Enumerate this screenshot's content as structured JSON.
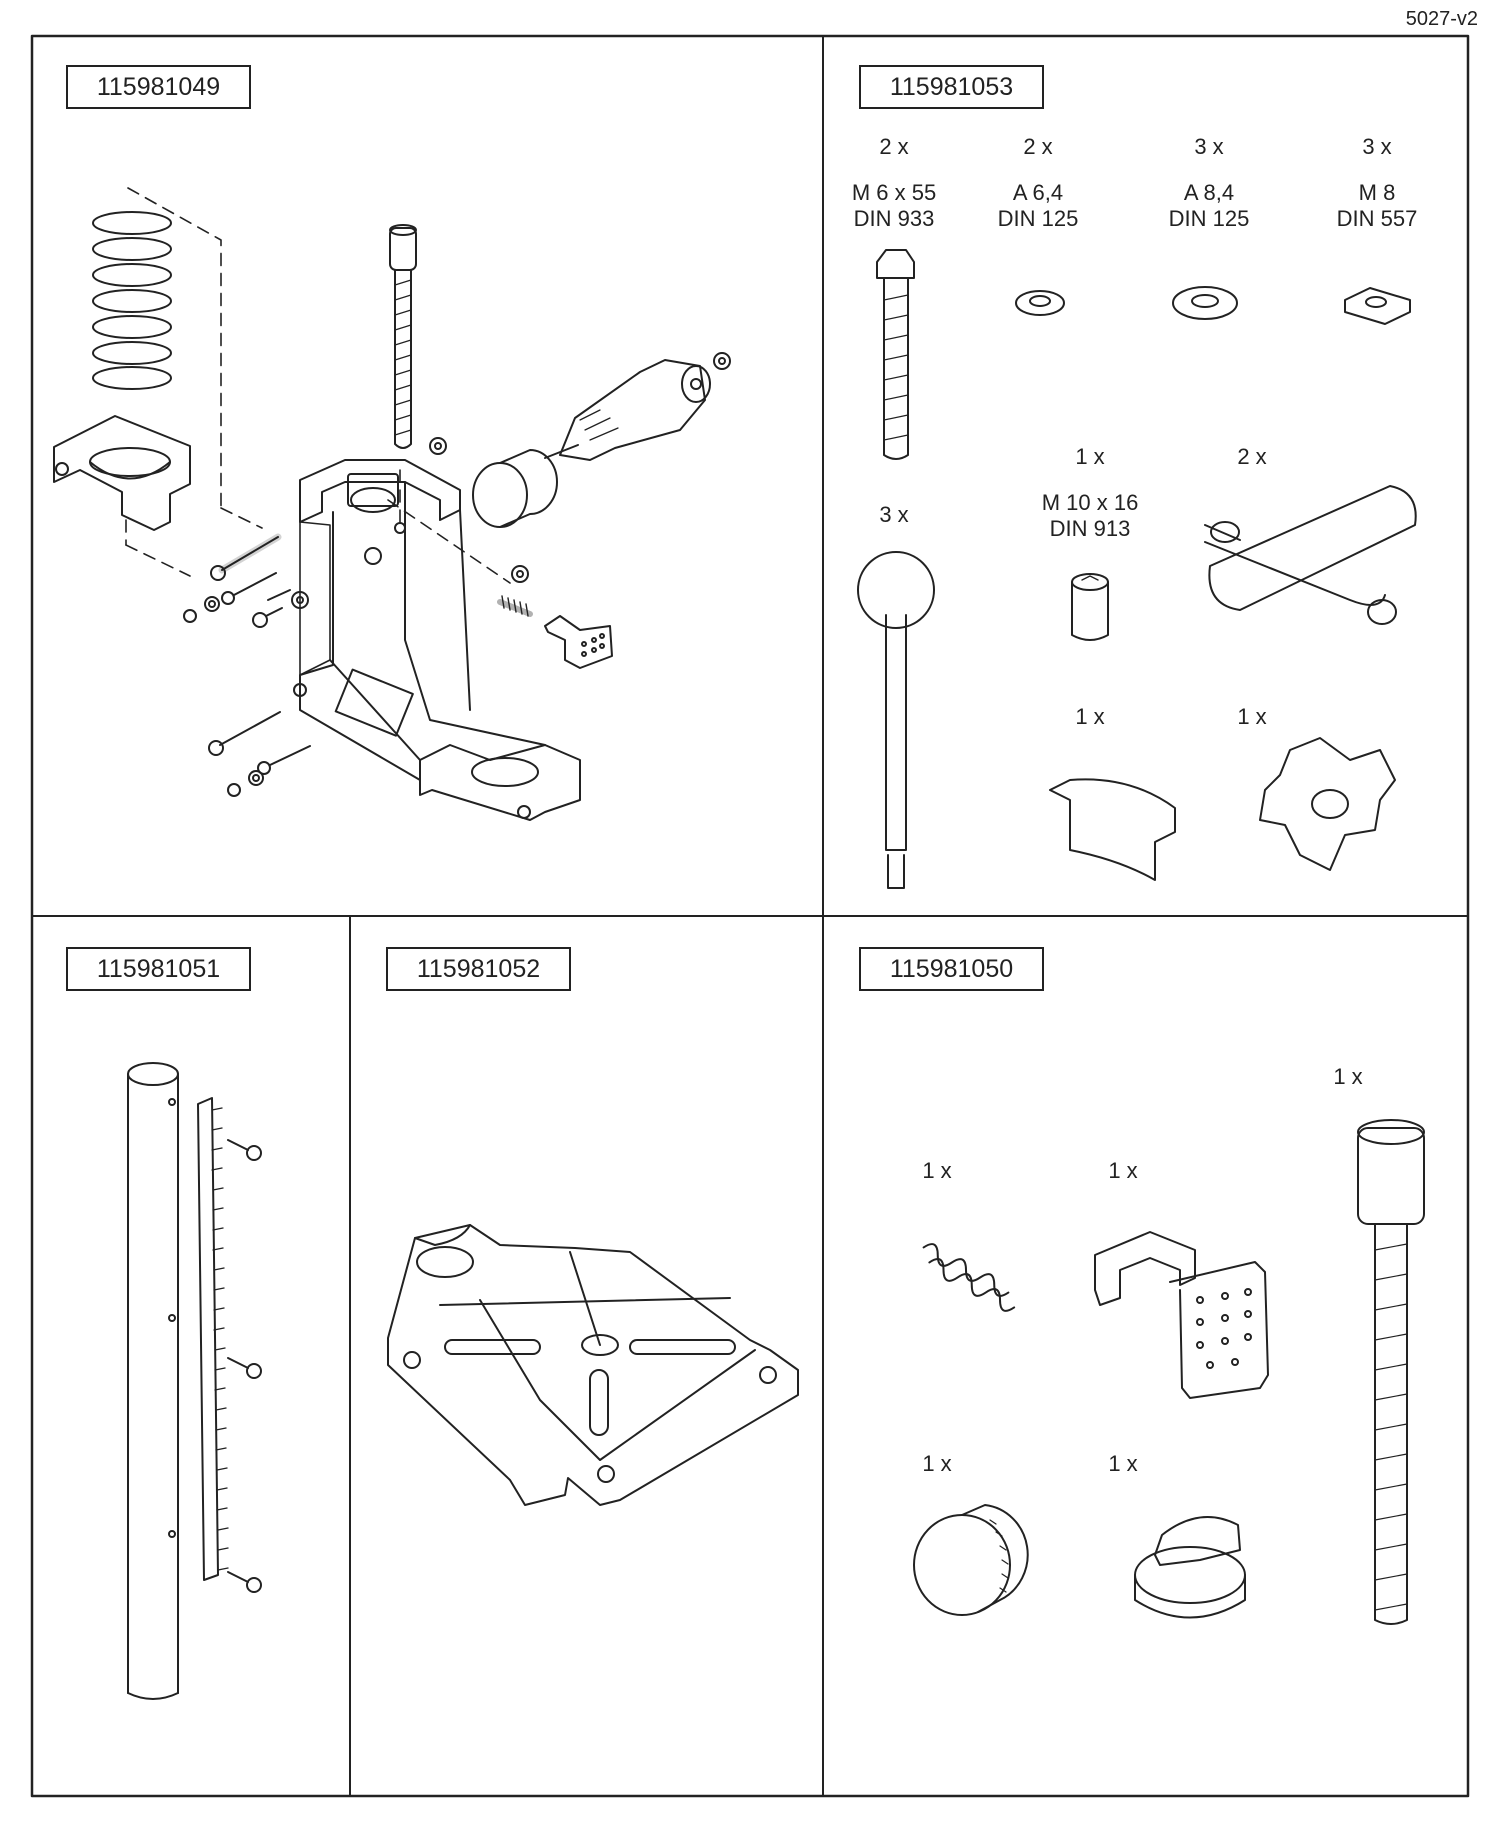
{
  "document_id": "5027-v2",
  "kits": {
    "top_left": {
      "part_no": "115981049"
    },
    "top_right": {
      "part_no": "115981053",
      "items": [
        {
          "qty": "2 x",
          "spec": "M 6 x 55",
          "std": "DIN 933"
        },
        {
          "qty": "2 x",
          "spec": "A 6,4",
          "std": "DIN 125"
        },
        {
          "qty": "3 x",
          "spec": "A 8,4",
          "std": "DIN 125"
        },
        {
          "qty": "3 x",
          "spec": "M 8",
          "std": "DIN 557"
        },
        {
          "qty": "1 x",
          "spec": "M 10 x 16",
          "std": "DIN 913"
        },
        {
          "qty": "2 x"
        },
        {
          "qty": "3 x"
        },
        {
          "qty": "1 x"
        },
        {
          "qty": "1 x"
        }
      ]
    },
    "bottom_left": {
      "part_no": "115981051"
    },
    "bottom_middle": {
      "part_no": "115981052"
    },
    "bottom_right": {
      "part_no": "115981050",
      "items": [
        {
          "qty": "1 x"
        },
        {
          "qty": "1 x"
        },
        {
          "qty": "1 x"
        },
        {
          "qty": "1 x"
        },
        {
          "qty": "1 x"
        }
      ]
    }
  }
}
